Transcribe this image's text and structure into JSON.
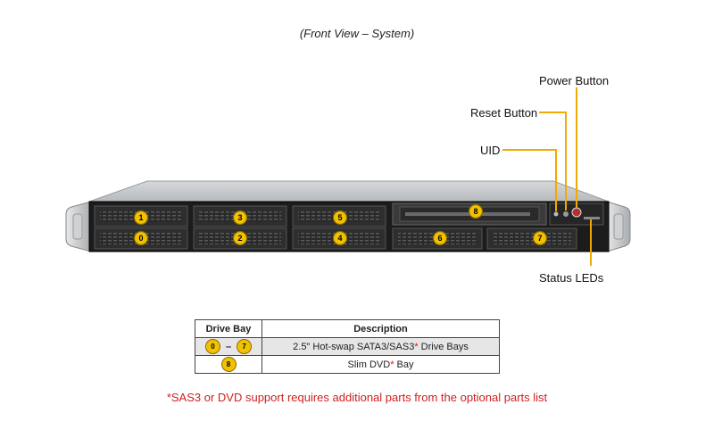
{
  "caption": "(Front View – System)",
  "callouts": {
    "power_button": "Power Button",
    "reset_button": "Reset Button",
    "uid": "UID",
    "status_leds": "Status LEDs"
  },
  "bays": [
    {
      "label": "1"
    },
    {
      "label": "3"
    },
    {
      "label": "5"
    },
    {
      "label": "8"
    },
    {
      "label": "0"
    },
    {
      "label": "2"
    },
    {
      "label": "4"
    },
    {
      "label": "6"
    },
    {
      "label": "7"
    }
  ],
  "legend": {
    "headers": {
      "bay": "Drive Bay",
      "description": "Description"
    },
    "rows": [
      {
        "from": "0",
        "dash": "–",
        "to": "7",
        "text": "2.5\" Hot-swap SATA3/SAS3",
        "star": "*",
        "suffix": " Drive Bays"
      },
      {
        "bay": "8",
        "text": "Slim DVD",
        "star": "*",
        "suffix": " Bay"
      }
    ]
  },
  "footnote": "*SAS3 or DVD support requires additional parts from the optional parts list",
  "colors": {
    "badge": "#f2c200",
    "leader": "#f2a900",
    "footnote": "#d0201f"
  }
}
